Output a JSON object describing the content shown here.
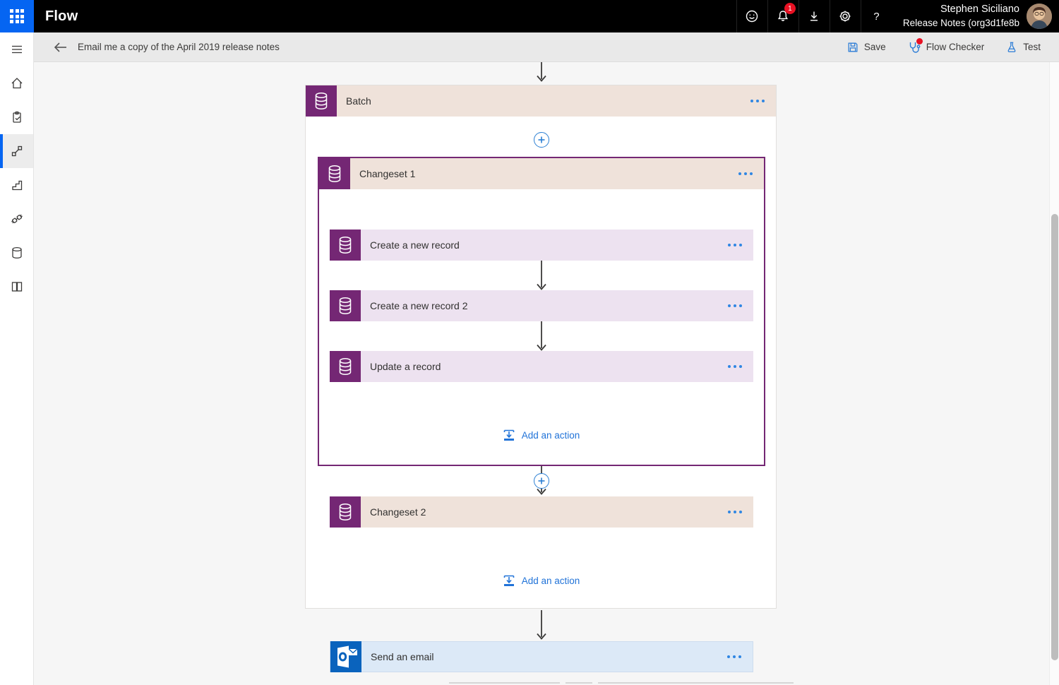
{
  "header": {
    "app_title": "Flow",
    "notification_badge": "1",
    "help_label": "?",
    "user_name": "Stephen Siciliano",
    "environment": "Release Notes (org3d1fe8b"
  },
  "toolbar": {
    "flow_title": "Email me a copy of the April 2019 release notes",
    "save_label": "Save",
    "flow_checker_label": "Flow Checker",
    "test_label": "Test"
  },
  "sidebar": {
    "icons": [
      "hamburger-icon",
      "home-icon",
      "approvals-icon",
      "my-flows-icon",
      "templates-icon",
      "connectors-icon",
      "data-icon",
      "learn-icon"
    ],
    "selected": "my-flows-icon"
  },
  "flow": {
    "batch_title": "Batch",
    "changeset1_title": "Changeset 1",
    "action1_title": "Create a new record",
    "action2_title": "Create a new record 2",
    "action3_title": "Update a record",
    "changeset1_add_action": "Add an action",
    "changeset2_title": "Changeset 2",
    "batch_add_action": "Add an action",
    "email_title": "Send an email"
  },
  "colors": {
    "accent_blue": "#0565f2",
    "link_blue": "#2b7cd6",
    "scope_purple": "#742774",
    "scope_header_tan": "#efe2da",
    "action_lavender": "#ede2f0",
    "email_bg_blue": "#dce9f7",
    "outlook_blue": "#0a63bd",
    "badge_red": "#e81123"
  }
}
